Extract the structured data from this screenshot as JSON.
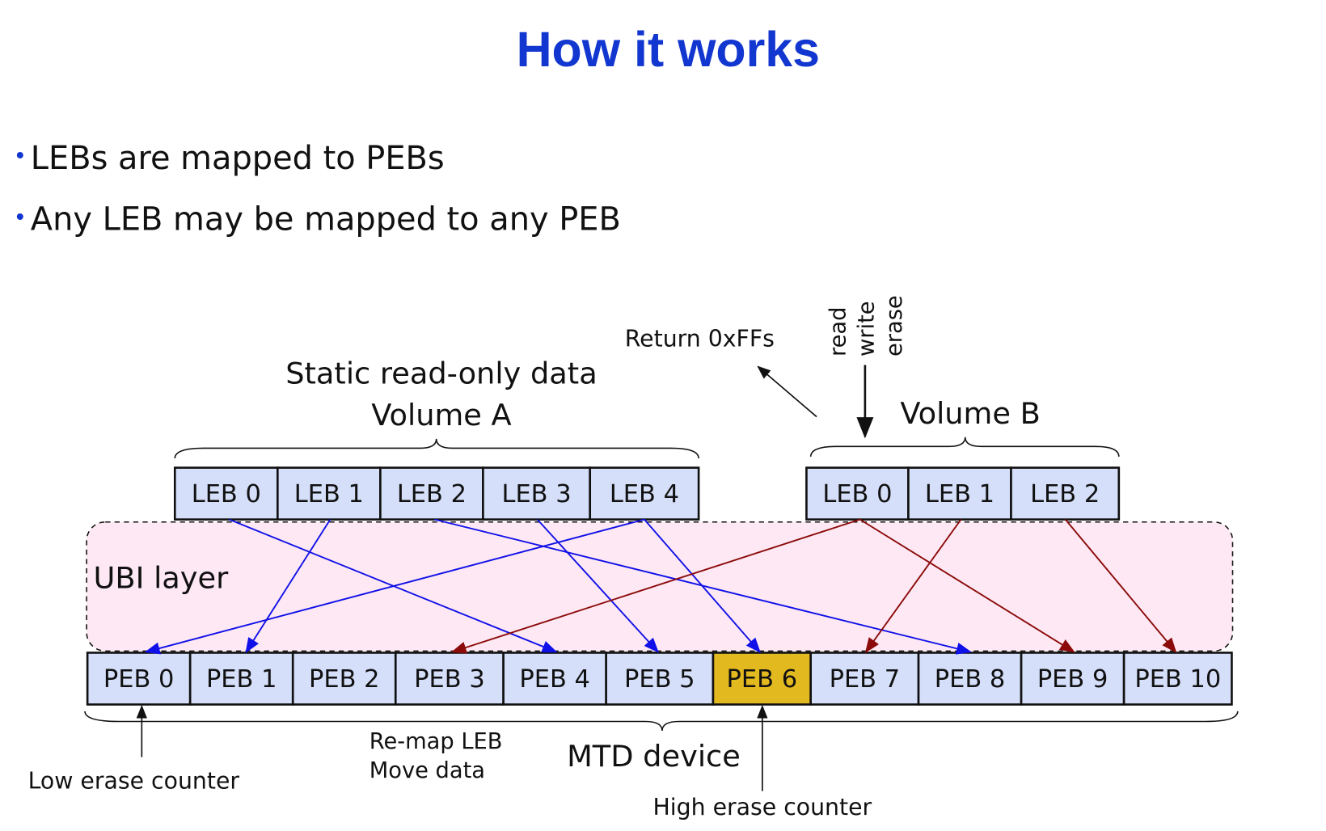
{
  "title": "How it works",
  "bullets": [
    "LEBs are mapped to PEBs",
    "Any LEB may be mapped to any PEB"
  ],
  "volume_a": {
    "labels": [
      "Static read-only data",
      "Volume A"
    ],
    "lebs": [
      "LEB 0",
      "LEB 1",
      "LEB 2",
      "LEB 3",
      "LEB 4"
    ]
  },
  "volume_b": {
    "label": "Volume B",
    "lebs": [
      "LEB 0",
      "LEB 1",
      "LEB 2"
    ]
  },
  "ubi_layer": "UBI layer",
  "pebs": [
    "PEB 0",
    "PEB 1",
    "PEB 2",
    "PEB 3",
    "PEB 4",
    "PEB 5",
    "PEB 6",
    "PEB 7",
    "PEB 8",
    "PEB 9",
    "PEB 10"
  ],
  "highlighted_peb": "PEB 6",
  "return_label": "Return 0xFFs",
  "operations": [
    "read",
    "write",
    "erase"
  ],
  "mtd_device": "MTD device",
  "remap_labels": [
    "Re-map LEB",
    "Move data"
  ],
  "low_erase": "Low erase counter",
  "high_erase": "High erase counter",
  "colors": {
    "title": "#1236d0",
    "box_fill": "#d5dffa",
    "highlight": "#e3b920",
    "ubi_fill": "#fde8f3",
    "blue_arrow": "#1010e8",
    "red_arrow": "#8b0a0a"
  }
}
